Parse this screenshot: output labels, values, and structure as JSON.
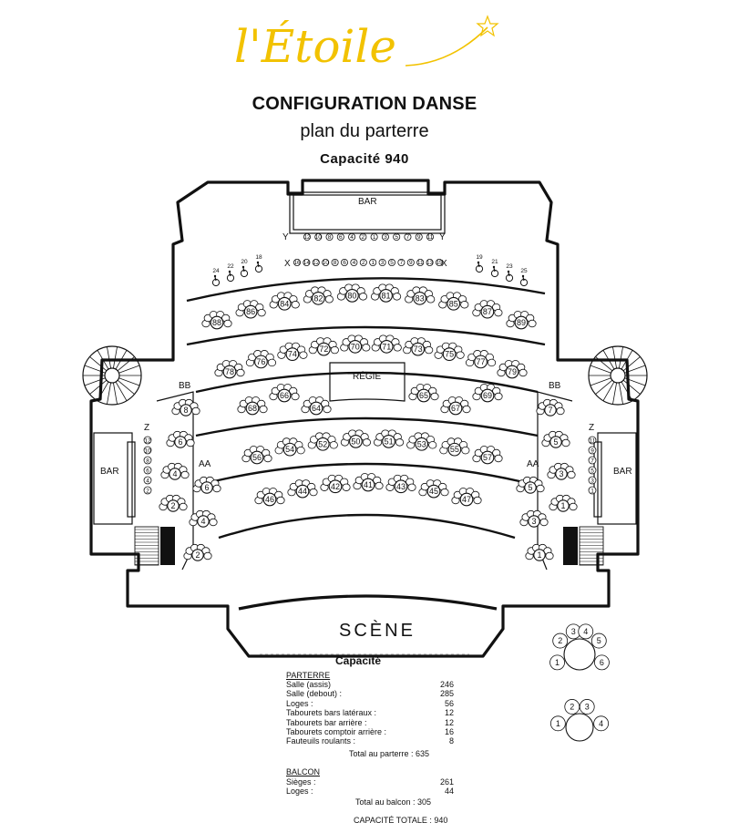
{
  "logo": {
    "text": "l'Étoile"
  },
  "header": {
    "title": "CONFIGURATION DANSE",
    "subtitle": "plan du parterre",
    "capacity": "Capacité 940"
  },
  "plan_labels": {
    "bar_top": "BAR",
    "bar_left": "BAR",
    "bar_right": "BAR",
    "regie": "RÉGIE",
    "scene": "SCÈNE",
    "row_y": "Y",
    "row_x": "X",
    "row_z": "Z",
    "row_bb": "BB",
    "row_aa": "AA"
  },
  "row_y_numbers": [
    "12",
    "10",
    "8",
    "6",
    "4",
    "2",
    "1",
    "3",
    "5",
    "7",
    "9",
    "11"
  ],
  "row_x_numbers": [
    "16",
    "14",
    "12",
    "10",
    "8",
    "6",
    "4",
    "2",
    "1",
    "3",
    "5",
    "7",
    "9",
    "11",
    "13",
    "15"
  ],
  "wheelchair_left": [
    "24",
    "22",
    "20",
    "18"
  ],
  "wheelchair_right": [
    "19",
    "21",
    "23",
    "25"
  ],
  "loges": {
    "band1": [
      "88",
      "86",
      "84",
      "82",
      "80",
      "81",
      "83",
      "85",
      "87",
      "89"
    ],
    "band2": [
      "78",
      "76",
      "74",
      "72",
      "70",
      "71",
      "73",
      "75",
      "77",
      "79"
    ],
    "band3": [
      "68",
      "66",
      "64",
      "65",
      "67",
      "69"
    ],
    "band4": [
      "56",
      "54",
      "52",
      "50",
      "51",
      "53",
      "55",
      "57"
    ],
    "band5": [
      "46",
      "44",
      "42",
      "41",
      "43",
      "45",
      "47"
    ],
    "left_bb": [
      "8",
      "6",
      "4",
      "2"
    ],
    "left_aa": [
      "6",
      "4",
      "2"
    ],
    "right_bb": [
      "7",
      "5",
      "3",
      "1"
    ],
    "right_aa": [
      "5",
      "3",
      "1"
    ]
  },
  "z_left": [
    "12",
    "10",
    "8",
    "6",
    "4",
    "2"
  ],
  "z_right": [
    "11",
    "9",
    "7",
    "5",
    "3",
    "1"
  ],
  "legend_tables": {
    "six_seat": [
      "2",
      "3",
      "4",
      "5",
      "1",
      "6"
    ],
    "four_seat": [
      "1",
      "2",
      "3",
      "4"
    ]
  },
  "capacity": {
    "title": "Capacité",
    "parterre_label": "PARTERRE",
    "parterre_rows": [
      {
        "label": "Salle (assis)",
        "value": "246"
      },
      {
        "label": "Salle (debout) :",
        "value": "285"
      },
      {
        "label": "Loges :",
        "value": "56"
      },
      {
        "label": "Tabourets bars latéraux :",
        "value": "12"
      },
      {
        "label": "Tabourets bar arrière :",
        "value": "12"
      },
      {
        "label": "Tabourets comptoir arrière :",
        "value": "16"
      },
      {
        "label": "Fauteuils roulants :",
        "value": "8"
      }
    ],
    "parterre_total": "Total au parterre : 635",
    "balcon_label": "BALCON",
    "balcon_rows": [
      {
        "label": "Sièges :",
        "value": "261"
      },
      {
        "label": "Loges :",
        "value": "44"
      }
    ],
    "balcon_total": "Total au balcon : 305",
    "grand_total": "CAPACITÉ TOTALE : 940"
  }
}
